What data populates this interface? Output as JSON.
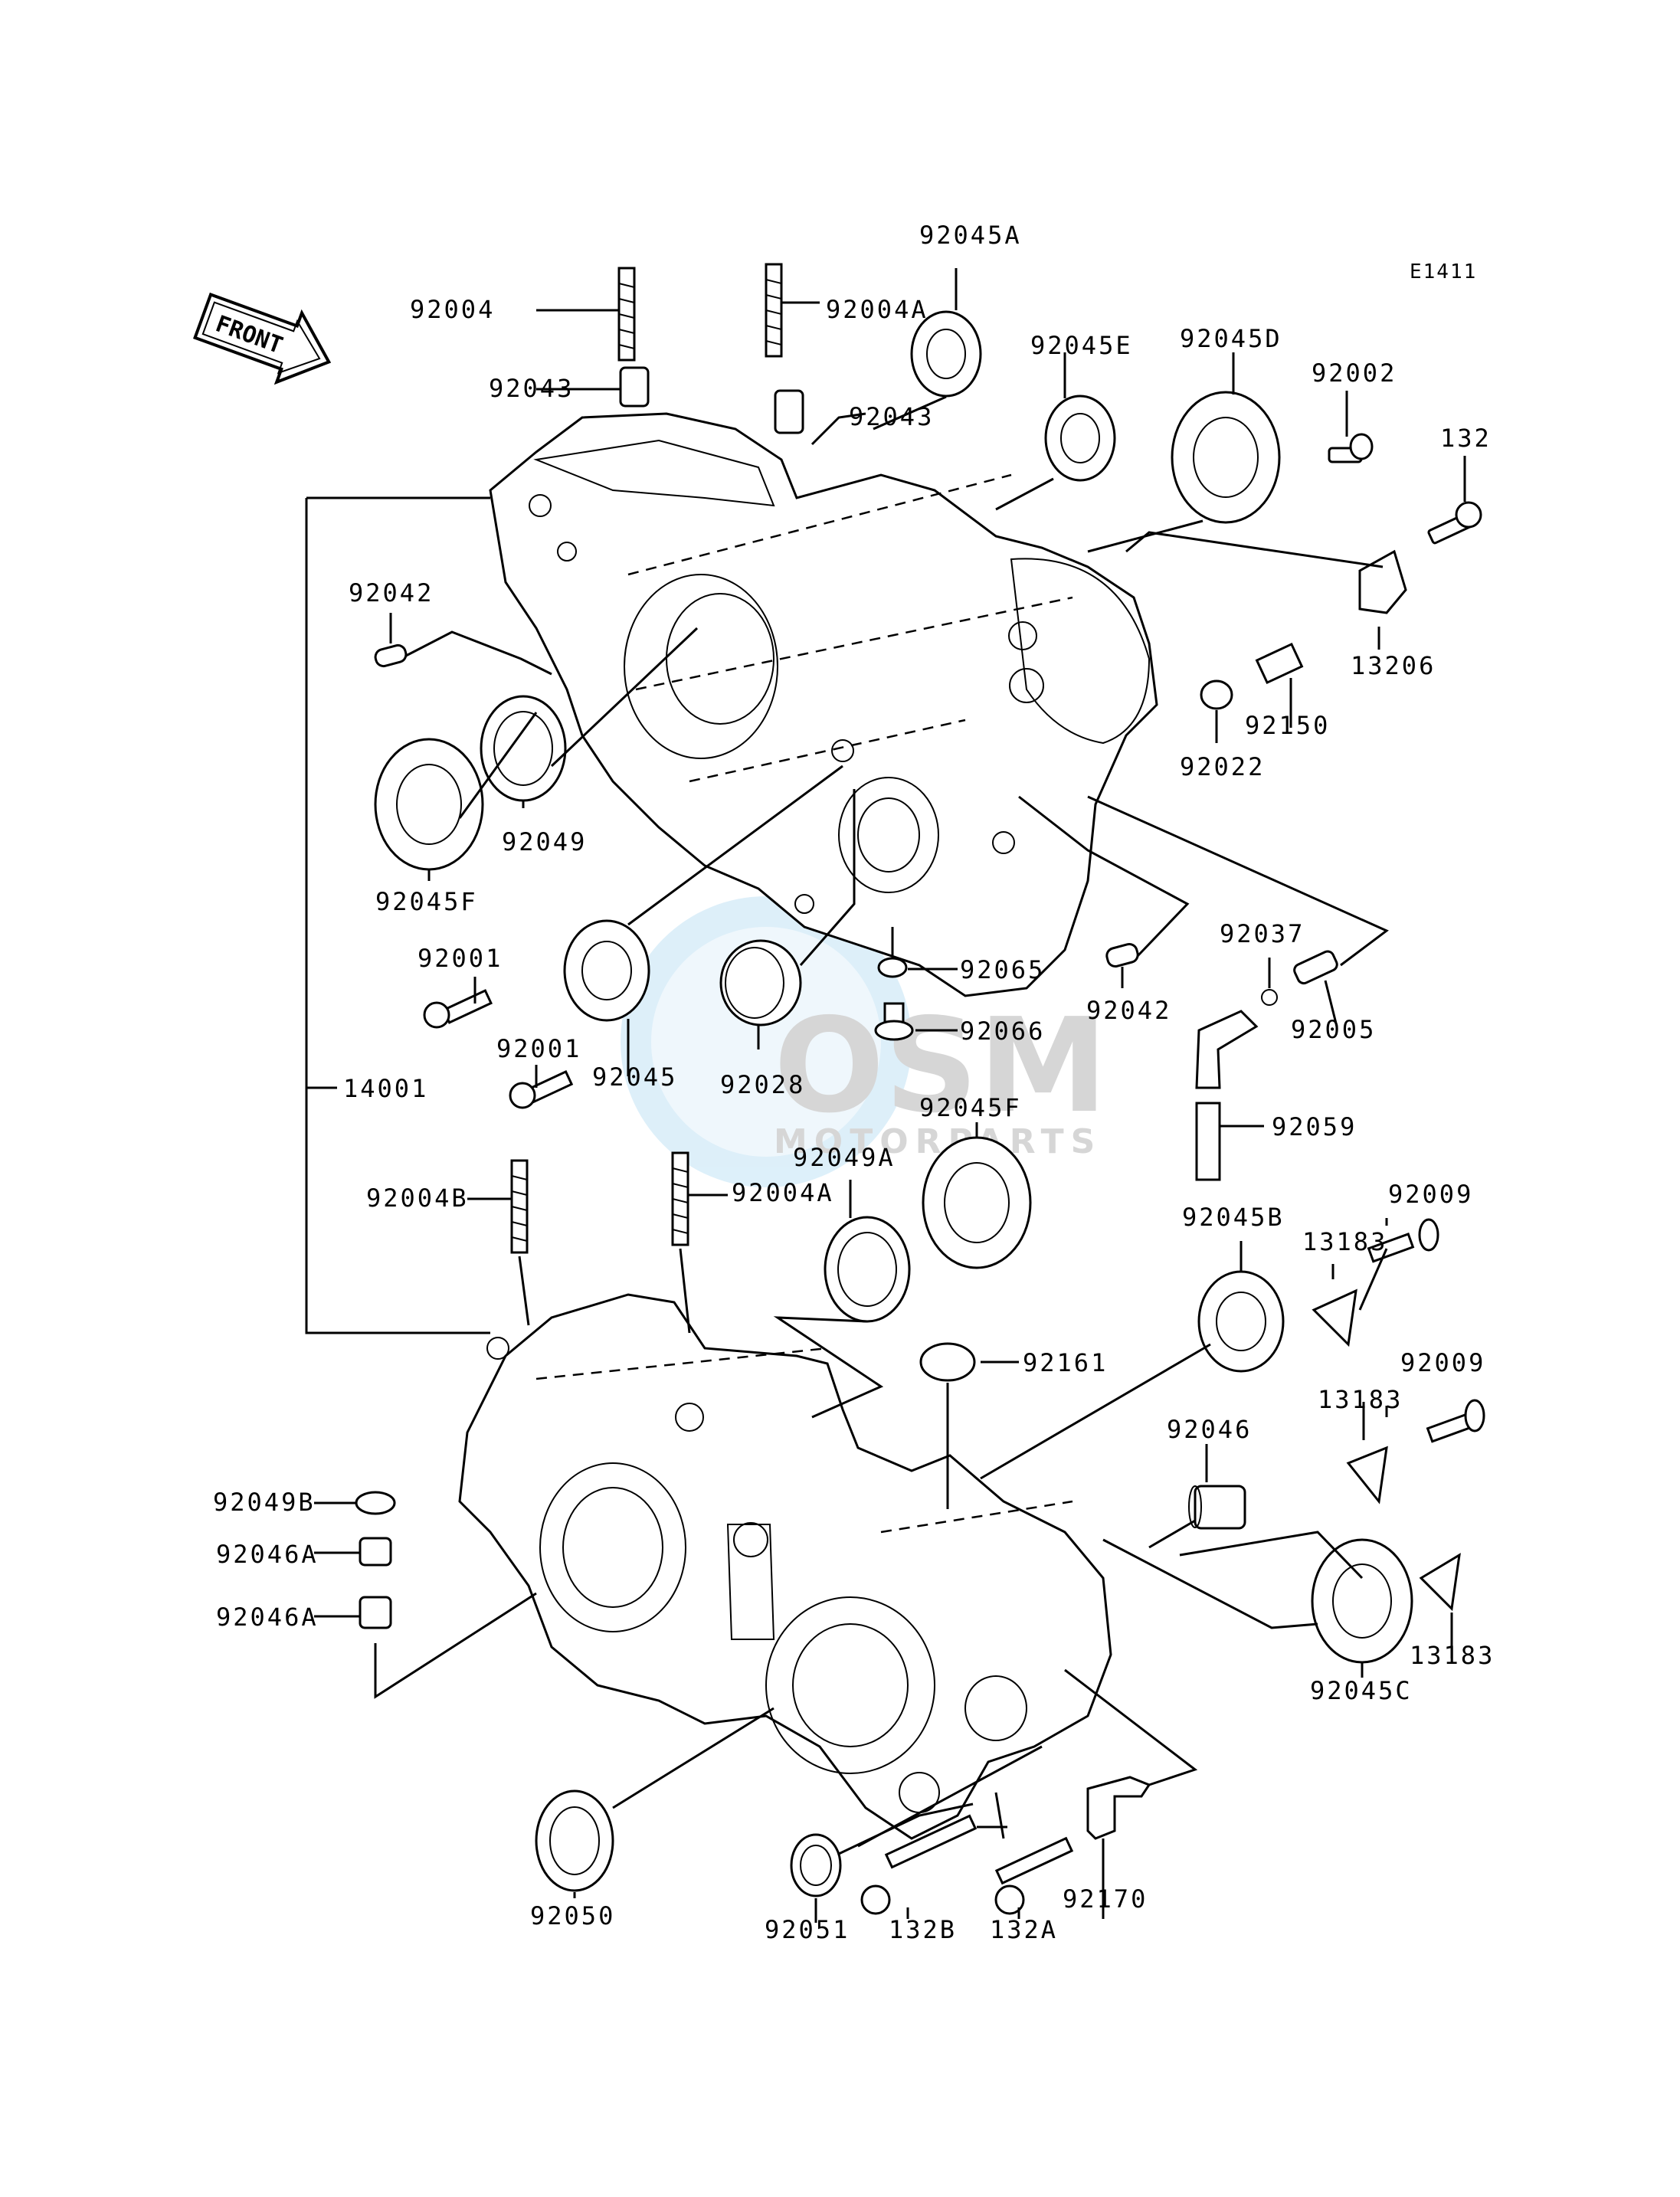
{
  "diagram_code": "E1411",
  "front_label": "FRONT",
  "watermark": {
    "main": "OSM",
    "sub": "MOTORPARTS"
  },
  "labels": {
    "p92004": "92004",
    "p92004A_top": "92004A",
    "p92045A": "92045A",
    "p92045E": "92045E",
    "p92045D": "92045D",
    "p92002": "92002",
    "p132": "132",
    "p92043_left": "92043",
    "p92043_right": "92043",
    "p92042_left": "92042",
    "p13206": "13206",
    "p92150": "92150",
    "p92022": "92022",
    "p92049": "92049",
    "p92045F_left": "92045F",
    "p92001_a": "92001",
    "p92001_b": "92001",
    "p14001": "14001",
    "p92045": "92045",
    "p92028": "92028",
    "p92065": "92065",
    "p92066": "92066",
    "p92042_right": "92042",
    "p92037": "92037",
    "p92005": "92005",
    "p92059": "92059",
    "p92045F_mid": "92045F",
    "p92049A": "92049A",
    "p92004B": "92004B",
    "p92004A_bot": "92004A",
    "p92045B": "92045B",
    "p92009_a": "92009",
    "p13183_a": "13183",
    "p92161": "92161",
    "p92009_b": "92009",
    "p13183_b": "13183",
    "p92046": "92046",
    "p92049B": "92049B",
    "p92046A_a": "92046A",
    "p92046A_b": "92046A",
    "p13183_c": "13183",
    "p92045C": "92045C",
    "p92050": "92050",
    "p92051": "92051",
    "p132B": "132B",
    "p132A": "132A",
    "p92170": "92170"
  }
}
